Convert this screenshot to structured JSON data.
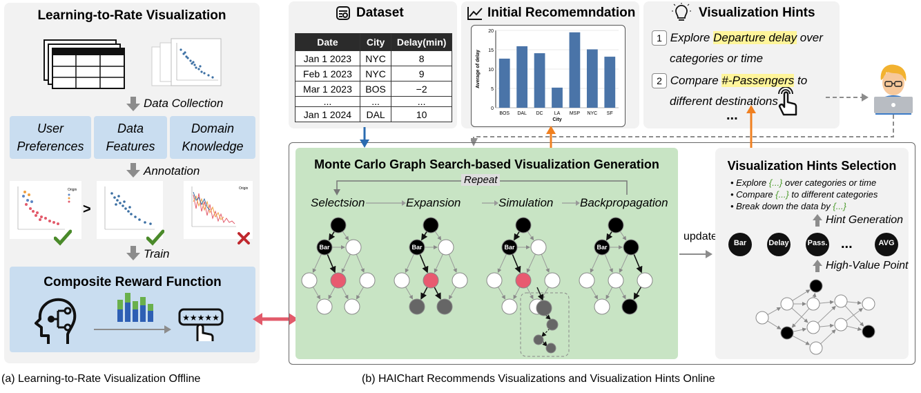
{
  "left": {
    "title": "Learning-to-Rate Visualization",
    "step1": "Data Collection",
    "boxes": [
      {
        "line1": "User",
        "line2": "Preferences"
      },
      {
        "line1": "Data",
        "line2": "Features"
      },
      {
        "line1": "Domain",
        "line2": "Knowledge"
      }
    ],
    "step2": "Annotation",
    "gt": ">",
    "step3": "Train",
    "reward_title": "Composite Reward Function",
    "caption": "(a) Learning-to-Rate Visualization Offline"
  },
  "dataset": {
    "title": "Dataset",
    "headers": [
      "Date",
      "City",
      "Delay(min)"
    ],
    "rows": [
      [
        "Jan 1 2023",
        "NYC",
        "8"
      ],
      [
        "Feb 1 2023",
        "NYC",
        "9"
      ],
      [
        "Mar 1 2023",
        "BOS",
        "−2"
      ],
      [
        "...",
        "...",
        "..."
      ],
      [
        "Jan 1 2024",
        "DAL",
        "10"
      ]
    ]
  },
  "initial": {
    "title": "Initial Recomemndation"
  },
  "chart_data": {
    "type": "bar",
    "categories": [
      "BOS",
      "DAL",
      "DC",
      "LA",
      "MSP",
      "NYC",
      "SF"
    ],
    "values": [
      12.7,
      15.9,
      14.1,
      5.2,
      19.5,
      15.1,
      13.2
    ],
    "xlabel": "City",
    "ylabel": "Average of delay",
    "ylim": [
      0,
      20
    ],
    "yticks": [
      "0",
      "5",
      "10",
      "15",
      "20"
    ],
    "color": "#4a74a8"
  },
  "hints": {
    "title": "Visualization Hints",
    "items": [
      {
        "num": "1",
        "pre": "Explore ",
        "hl": "Departure delay",
        "post": " over",
        "line2": "categories or time"
      },
      {
        "num": "2",
        "pre": "Compare ",
        "hl": "#-Passengers",
        "post": " to",
        "line2": "different destinations"
      }
    ],
    "ellipsis": "..."
  },
  "mcgs": {
    "title": "Monte Carlo Graph Search-based Visualization Generation",
    "repeat": "Repeat",
    "stages": [
      "Selectsion",
      "Expansion",
      "Simulation",
      "Backpropagation"
    ],
    "bar": "Bar"
  },
  "selection": {
    "title": "Visualization Hints Selection",
    "bullets": [
      {
        "pre": "Explore ",
        "tok": "{...}",
        "post": " over categories or time"
      },
      {
        "pre": "Compare ",
        "tok": "{...}",
        "post": " to different categories"
      },
      {
        "pre": "Break down the data by ",
        "tok": "{...}",
        "post": ""
      }
    ],
    "hint_gen": "Hint Generation",
    "nodes": [
      "Bar",
      "Delay",
      "Pass.",
      "AVG"
    ],
    "dots": "...",
    "high_value": "High-Value Point"
  },
  "update": "update",
  "right_caption": "(b) HAIChart Recommends Visualizations and Visualization Hints Online"
}
